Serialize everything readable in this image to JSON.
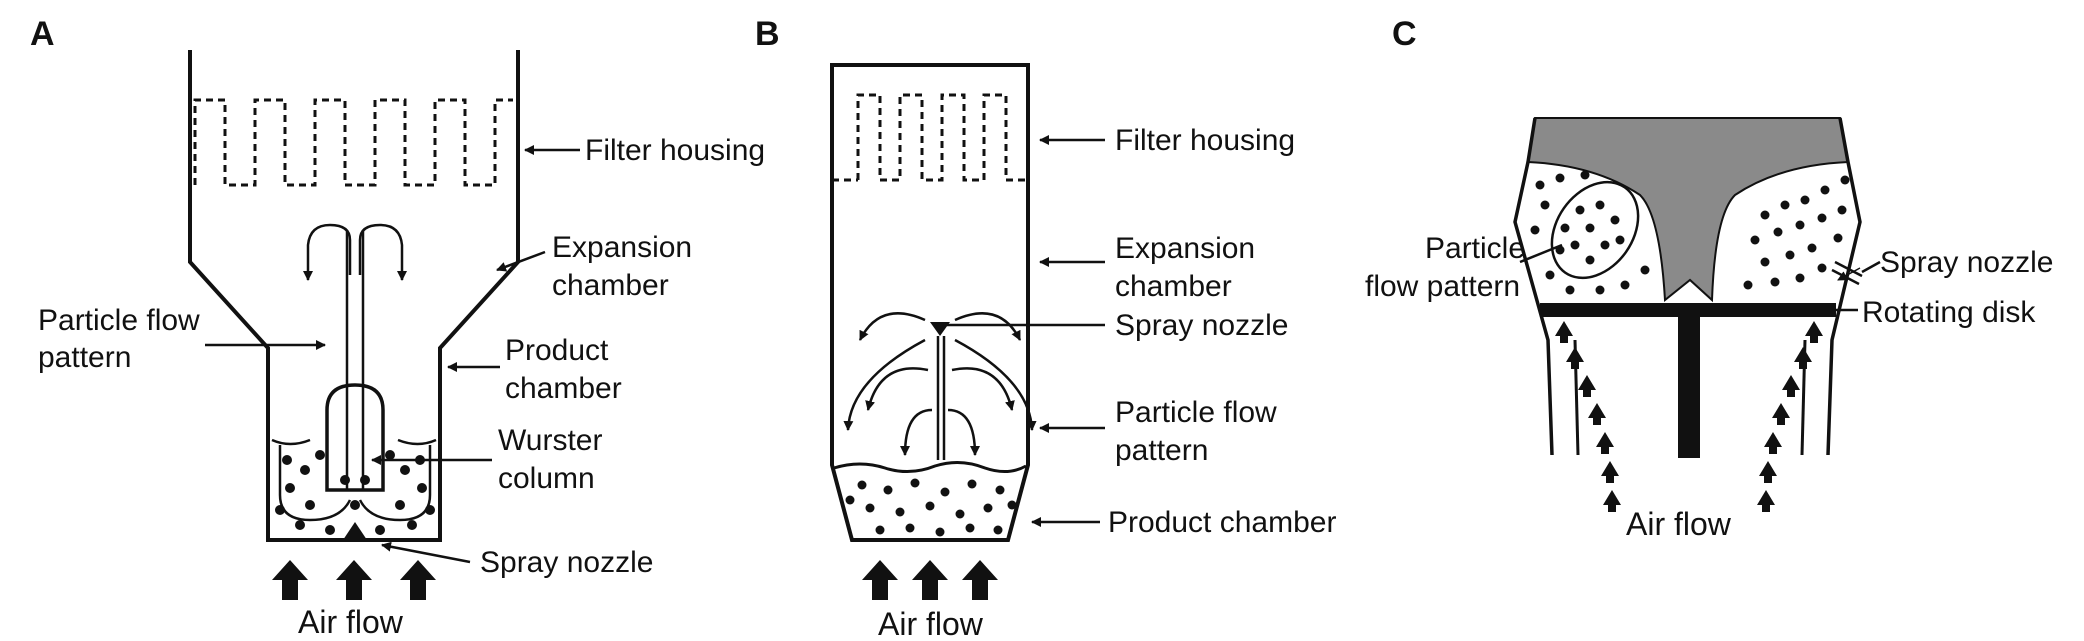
{
  "panels": [
    {
      "letter": "A",
      "labels": {
        "filter_housing": "Filter housing",
        "expansion_1": "Expansion",
        "expansion_2": "chamber",
        "particle_flow_1": "Particle flow",
        "particle_flow_2": "pattern",
        "product_1": "Product",
        "product_2": "chamber",
        "wurster_1": "Wurster",
        "wurster_2": "column",
        "spray_nozzle": "Spray nozzle",
        "air_flow": "Air flow"
      }
    },
    {
      "letter": "B",
      "labels": {
        "filter_housing": "Filter housing",
        "expansion_1": "Expansion",
        "expansion_2": "chamber",
        "spray_nozzle": "Spray nozzle",
        "particle_flow_1": "Particle flow",
        "particle_flow_2": "pattern",
        "product_chamber": "Product chamber",
        "air_flow": "Air flow"
      }
    },
    {
      "letter": "C",
      "labels": {
        "particle_flow_1": "Particle",
        "particle_flow_2": "flow pattern",
        "spray_nozzle": "Spray nozzle",
        "rotating_disk": "Rotating disk",
        "air_flow": "Air flow"
      }
    }
  ],
  "colors": {
    "line": "#111111",
    "fill_gray": "#8a8a8a",
    "background": "#ffffff"
  }
}
